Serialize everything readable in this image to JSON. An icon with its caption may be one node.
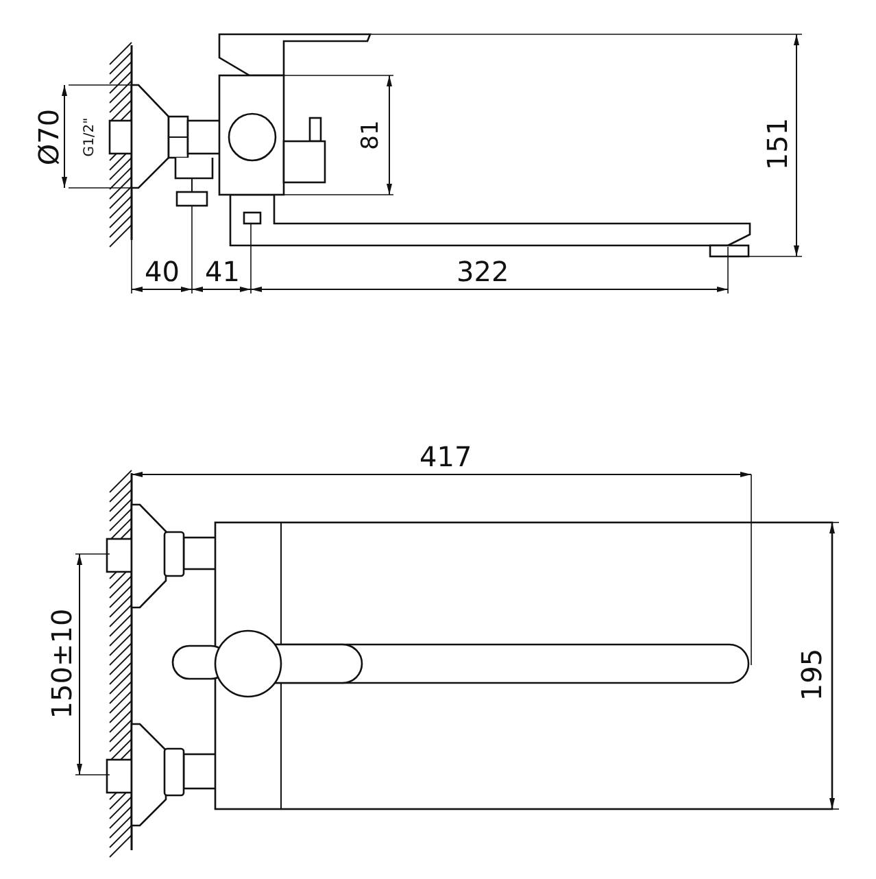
{
  "diagram": {
    "labels": [
      "Ø70",
      "G1/2\"",
      "81",
      "151",
      "40",
      "41",
      "322",
      "417",
      "150±10",
      "195"
    ]
  }
}
